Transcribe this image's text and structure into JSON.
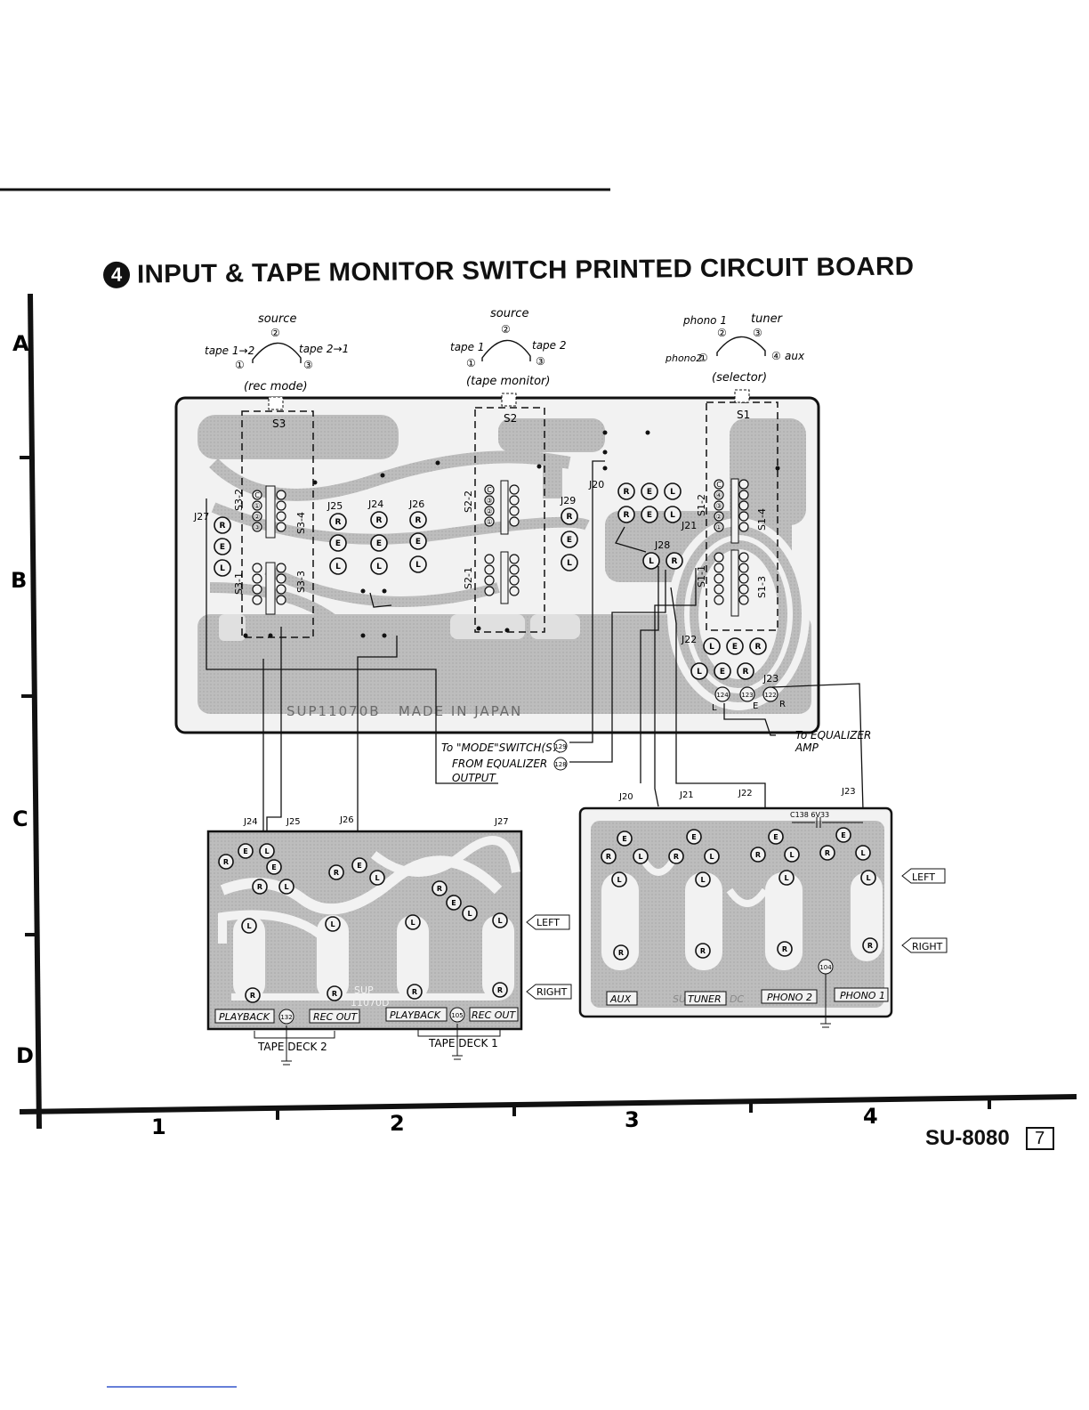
{
  "title": {
    "number": "4",
    "text": "INPUT & TAPE MONITOR SWITCH PRINTED CIRCUIT BOARD"
  },
  "grid": {
    "rows": [
      "A",
      "B",
      "C",
      "D"
    ],
    "cols": [
      "1",
      "2",
      "3",
      "4"
    ]
  },
  "model": {
    "name": "SU-8080",
    "page": "7"
  },
  "switches": {
    "rec_mode": {
      "top": "source",
      "top_num": "②",
      "left": "tape 1→2",
      "left_num": "①",
      "right": "tape 2→1",
      "right_num": "③",
      "caption": "(rec mode)"
    },
    "tape_monitor": {
      "top": "source",
      "top_num": "②",
      "left": "tape 1",
      "left_num": "①",
      "right": "tape 2",
      "right_num": "③",
      "caption": "(tape monitor)"
    },
    "selector": {
      "top_left": "phono 1",
      "top_left_num": "②",
      "top_right": "tuner",
      "top_right_num": "③",
      "left": "phono2",
      "left_num": "①",
      "right": "aux",
      "right_num": "④",
      "caption": "(selector)"
    }
  },
  "main_board": {
    "switch_ids": [
      "S3",
      "S2",
      "S1"
    ],
    "section_labels": [
      "S3-2",
      "S3-4",
      "S3-1",
      "S3-3",
      "S2-2",
      "S2-1",
      "S1-2",
      "S1-4",
      "S1-1",
      "S1-3"
    ],
    "jacks": [
      "J27",
      "J25",
      "J24",
      "J26",
      "J29",
      "J20",
      "J21",
      "J28",
      "J22",
      "J23"
    ],
    "pin_numbers": [
      "C",
      "①",
      "②",
      "③"
    ],
    "pin_numbers_s1": [
      "C",
      "④",
      "③",
      "②",
      "①"
    ],
    "markings": "SUP11070B   MADE IN JAPAN",
    "connector_nums": [
      "124",
      "123",
      "122"
    ],
    "connector_letters": [
      "L",
      "E",
      "R"
    ]
  },
  "wires": {
    "mode_switch": "To \"MODE\"SWITCH(S7)",
    "mode_num": "129",
    "equalizer_output": "FROM EQUALIZER",
    "equalizer_output_2": "OUTPUT",
    "equalizer_output_num": "128",
    "equalizer_amp": "To EQUALIZER",
    "equalizer_amp_2": "AMP"
  },
  "tape_board": {
    "jacks": [
      "J24",
      "J25",
      "J26",
      "J27"
    ],
    "labels": [
      "PLAYBACK",
      "REC OUT",
      "PLAYBACK",
      "REC OUT"
    ],
    "nums": [
      "132",
      "105"
    ],
    "deck2": "TAPE DECK 2",
    "deck1": "TAPE DECK 1",
    "marking": "SUP",
    "marking2": "11070D",
    "left": "LEFT",
    "right": "RIGHT"
  },
  "input_board": {
    "jacks": [
      "J20",
      "J21",
      "J22",
      "J23"
    ],
    "cap": "C138 6V33",
    "labels": [
      "AUX",
      "TUNER",
      "PHONO 2",
      "PHONO 1"
    ],
    "marking_a": "SU",
    "marking_b": "DC",
    "num": "104",
    "left": "LEFT",
    "right": "RIGHT"
  },
  "jack_letters": {
    "r": "R",
    "e": "E",
    "l": "L"
  }
}
